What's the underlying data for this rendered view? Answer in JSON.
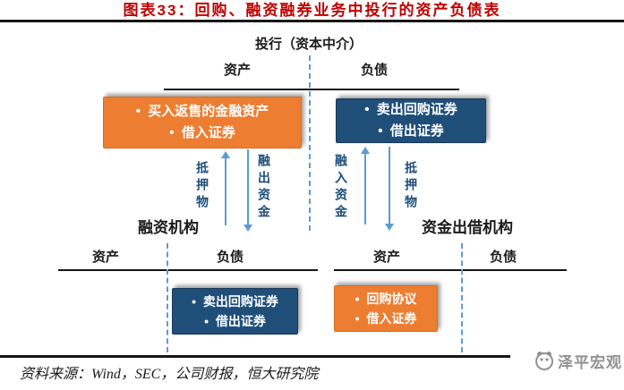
{
  "title": {
    "prefix": "图表33：",
    "text": "回购、融资融券业务中投行的资产负债表"
  },
  "colors": {
    "title_red": "#C00000",
    "accent_orange": "#ED7D31",
    "accent_blue": "#1F4E79",
    "arrow_blue": "#5B9BD5",
    "rule_black": "#161616"
  },
  "top_sheet": {
    "header": "投行（资本中介）",
    "assets_label": "资产",
    "liabilities_label": "负债",
    "asset_box_items": [
      "买入返售的金融资产",
      "借入证券"
    ],
    "liability_box_items": [
      "卖出回购证券",
      "借出证券"
    ]
  },
  "flows": {
    "left": {
      "up_label": "抵押物",
      "down_label": "融出资金"
    },
    "right": {
      "up_label": "融入资金",
      "down_label": "抵押物"
    }
  },
  "bottom_left_sheet": {
    "header": "融资机构",
    "assets_label": "资产",
    "liabilities_label": "负债",
    "liability_box_items": [
      "卖出回购证券",
      "借出证券"
    ]
  },
  "bottom_right_sheet": {
    "header": "资金出借机构",
    "assets_label": "资产",
    "liabilities_label": "负债",
    "asset_box_items": [
      "回购协议",
      "借入证券"
    ]
  },
  "footer": {
    "source": "资料来源：Wind，SEC，公司财报，恒大研究院",
    "brand": "泽平宏观"
  }
}
